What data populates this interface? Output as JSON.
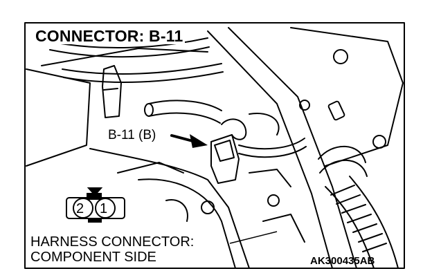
{
  "title": "CONNECTOR: B-11",
  "callout": "B-11 (B)",
  "connector_pins": [
    "2",
    "1"
  ],
  "caption_line1": "HARNESS CONNECTOR:",
  "caption_line2": "COMPONENT SIDE",
  "figure_code": "AK300435AB",
  "colors": {
    "ink": "#000000",
    "paper": "#ffffff"
  },
  "icons": [
    "arrow-icon",
    "harness-connector-icon"
  ]
}
